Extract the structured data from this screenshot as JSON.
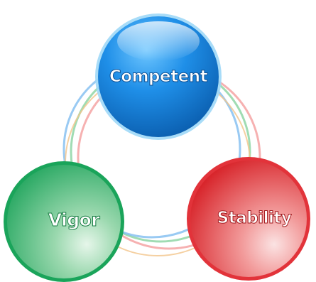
{
  "diagram": {
    "nodes": [
      {
        "id": "competent",
        "label": "Competent",
        "color": "#1f7fd6"
      },
      {
        "id": "vigor",
        "label": "Vigor",
        "color": "#2daa6a"
      },
      {
        "id": "stability",
        "label": "Stability",
        "color": "#e0363a"
      }
    ],
    "ring_colors": [
      "#f4a3a3",
      "#8fd6a6",
      "#7fbdf0",
      "#f3c48a"
    ]
  }
}
